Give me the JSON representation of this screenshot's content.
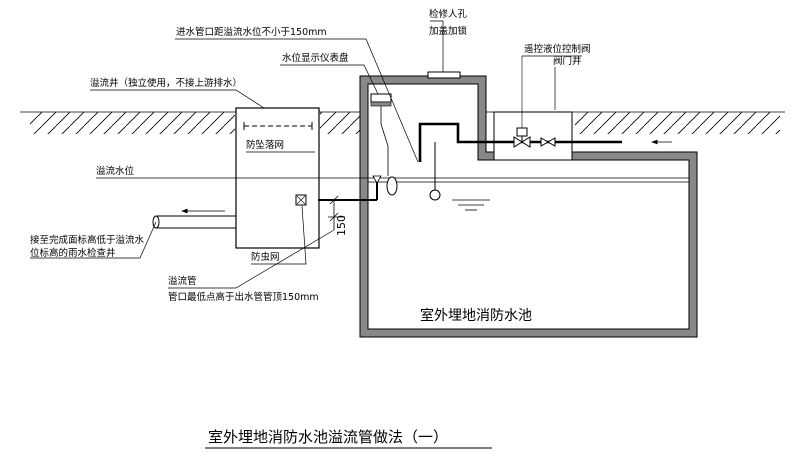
{
  "title": "室外埋地消防水池溢流管做法（一）",
  "pool_label": "室外埋地消防水池",
  "labels": {
    "inlet_distance": "进水管口距溢流水位不小于150mm",
    "manhole_line1": "检修人孔",
    "manhole_line2": "加盖加锁",
    "level_gauge": "水位显示仪表盘",
    "remote_valve": "遥控液位控制阀",
    "valve_well": "阀门井",
    "overflow_well": "溢流井（独立使用，不接上游排水）",
    "anti_fall_net": "防坠落网",
    "overflow_level": "溢流水位",
    "connect_line1": "接至完成面标高低于溢流水",
    "connect_line2": "位标高的雨水检查井",
    "insect_net": "防虫网",
    "overflow_pipe": "溢流管",
    "pipe_note": "管口最低点高于出水管管顶150mm",
    "dim_150": "150"
  }
}
